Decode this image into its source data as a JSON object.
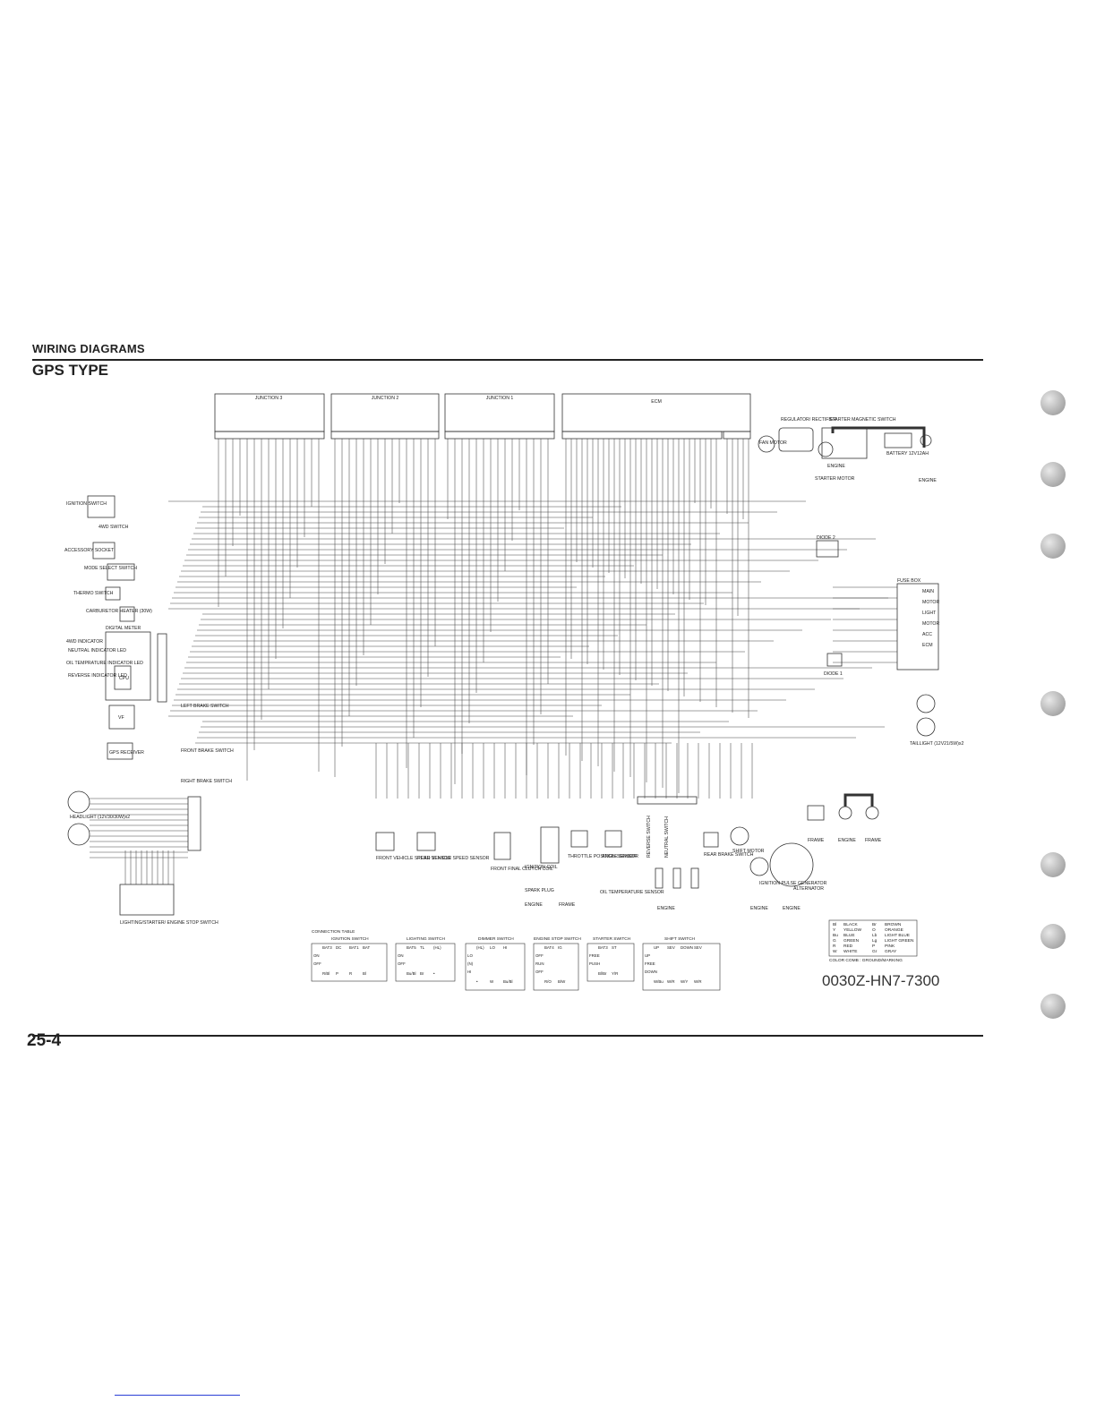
{
  "header": {
    "section": "WIRING DIAGRAMS",
    "title": "GPS TYPE"
  },
  "page_number": "25-4",
  "part_number": "0030Z-HN7-7300",
  "diagram": {
    "junctions": [
      "JUNCTION 3",
      "JUNCTION 2",
      "JUNCTION 1",
      "ECM"
    ],
    "left_components": {
      "ignition_switch": "IGNITION SWITCH",
      "fwd_switch": "4WD SWITCH",
      "accessory_socket": "ACCESSORY SOCKET",
      "mode_select": "MODE SELECT SWITCH",
      "thermo_switch": "THERMO SWITCH",
      "carb_heater": "CARBURETOR HEATER (30W)",
      "digital_meter": "DIGITAL METER",
      "fwd_indicator": "4WD INDICATOR",
      "neutral_led": "NEUTRAL INDICATOR LED",
      "oil_led": "OIL TEMPRATURE INDICATOR LED",
      "reverse_led": "REVERSE INDICATOR LED",
      "cpu": "CPU",
      "vf": "VF",
      "gps_receiver": "GPS RECEIVER",
      "left_brake": "LEFT BRAKE SWITCH",
      "front_brake": "FRONT BRAKE SWITCH",
      "right_brake": "RIGHT BRAKE SWITCH",
      "headlight": "HEADLIGHT (12V30/30W)x2",
      "lighting_switch": "LIGHTING/STARTER/ ENGINE STOP SWITCH"
    },
    "right_components": {
      "regulator": "REGULATOR/ RECTIFIER",
      "starter_mag": "STARTER MAGNETIC SWITCH",
      "battery": "BATTERY 12V12AH",
      "starter_motor": "STARTER MOTOR",
      "engine": "ENGINE",
      "fan_motor": "FAN MOTOR",
      "diode2": "DIODE 2",
      "diode1": "DIODE 1",
      "fuse_box": "FUSE BOX",
      "fuses": [
        "MAIN",
        "MOTOR",
        "LIGHT",
        "MOTOR",
        "ACC",
        "ECM"
      ],
      "taillight": "TAILLIGHT (12V21/5W)x2"
    },
    "bottom_components": {
      "front_speed": "FRONT VEHICLE SPEED SENSOR",
      "rear_speed": "REAR VEHICLE SPEED SENSOR",
      "clutch_coil": "FRONT FINAL CLUTCH COIL",
      "ignition_coil": "IGNITION COIL",
      "spark_plug": "SPARK PLUG",
      "throttle_sensor": "THROTTLE POSITION SENSOR",
      "angle_sensor": "ANGLE SENSOR",
      "reverse_switch": "REVERSE SWITCH",
      "neutral_switch": "NEUTRAL SWITCH",
      "oil_sensor": "OIL TEMPERATURE SENSOR",
      "rear_brake": "REAR BRAKE SWITCH",
      "shift_motor": "SHIFT MOTOR",
      "pulse_gen": "IGNITION PULSE GENERATOR",
      "alternator": "ALTERNATOR",
      "frame": "FRAME"
    }
  },
  "connection_table": {
    "title": "CONNECTION TABLE",
    "tables": [
      {
        "name": "IGNITION SWITCH",
        "cols": [
          "BAT3",
          "DC",
          "BAT1",
          "BAT"
        ],
        "rows": [
          "ON",
          "OFF"
        ],
        "color_row": [
          "R/Bl",
          "P",
          "R",
          "Bl"
        ]
      },
      {
        "name": "LIGHTING SWITCH",
        "cols": [
          "BAT5",
          "TL",
          "(HL)"
        ],
        "rows": [
          "ON",
          "OFF"
        ],
        "color_row": [
          "Bu/Bl",
          "Br",
          "•"
        ]
      },
      {
        "name": "DIMMER SWITCH",
        "cols": [
          "(HL)",
          "LO",
          "HI"
        ],
        "rows": [
          "LO",
          "(N)",
          "HI"
        ],
        "color_row": [
          "•",
          "W",
          "Bu/Bl"
        ]
      },
      {
        "name": "ENGINE STOP SWITCH",
        "cols": [
          "BAT4",
          "IG"
        ],
        "rows": [
          "OFF",
          "RUN",
          "OFF"
        ],
        "color_row": [
          "R/O",
          "B/W"
        ]
      },
      {
        "name": "STARTER SWITCH",
        "cols": [
          "BAT3",
          "ST"
        ],
        "rows": [
          "FREE",
          "PUSH"
        ],
        "color_row": [
          "Bl/Br",
          "Y/R"
        ]
      },
      {
        "name": "SHIFT SWITCH",
        "cols": [
          "UP",
          "SEV",
          "DOWN",
          "SEV"
        ],
        "rows": [
          "UP",
          "FREE",
          "DOWN"
        ],
        "color_row": [
          "W/Bu",
          "W/R",
          "W/Y",
          "W/R"
        ]
      }
    ]
  },
  "color_legend": {
    "entries": [
      [
        "Bl",
        "BLACK",
        "Br",
        "BROWN"
      ],
      [
        "Y",
        "YELLOW",
        "O",
        "ORANGE"
      ],
      [
        "Bu",
        "BLUE",
        "Lb",
        "LIGHT BLUE"
      ],
      [
        "G",
        "GREEN",
        "Lg",
        "LIGHT GREEN"
      ],
      [
        "R",
        "RED",
        "P",
        "PINK"
      ],
      [
        "W",
        "WHITE",
        "Gr",
        "GRAY"
      ]
    ],
    "footer": "COLOR COMB : GROUND/MARKING"
  },
  "colors": {
    "ink": "#222222",
    "wire": "#333333",
    "hole": "#a9a9a9",
    "link": "#2a3fd6"
  }
}
